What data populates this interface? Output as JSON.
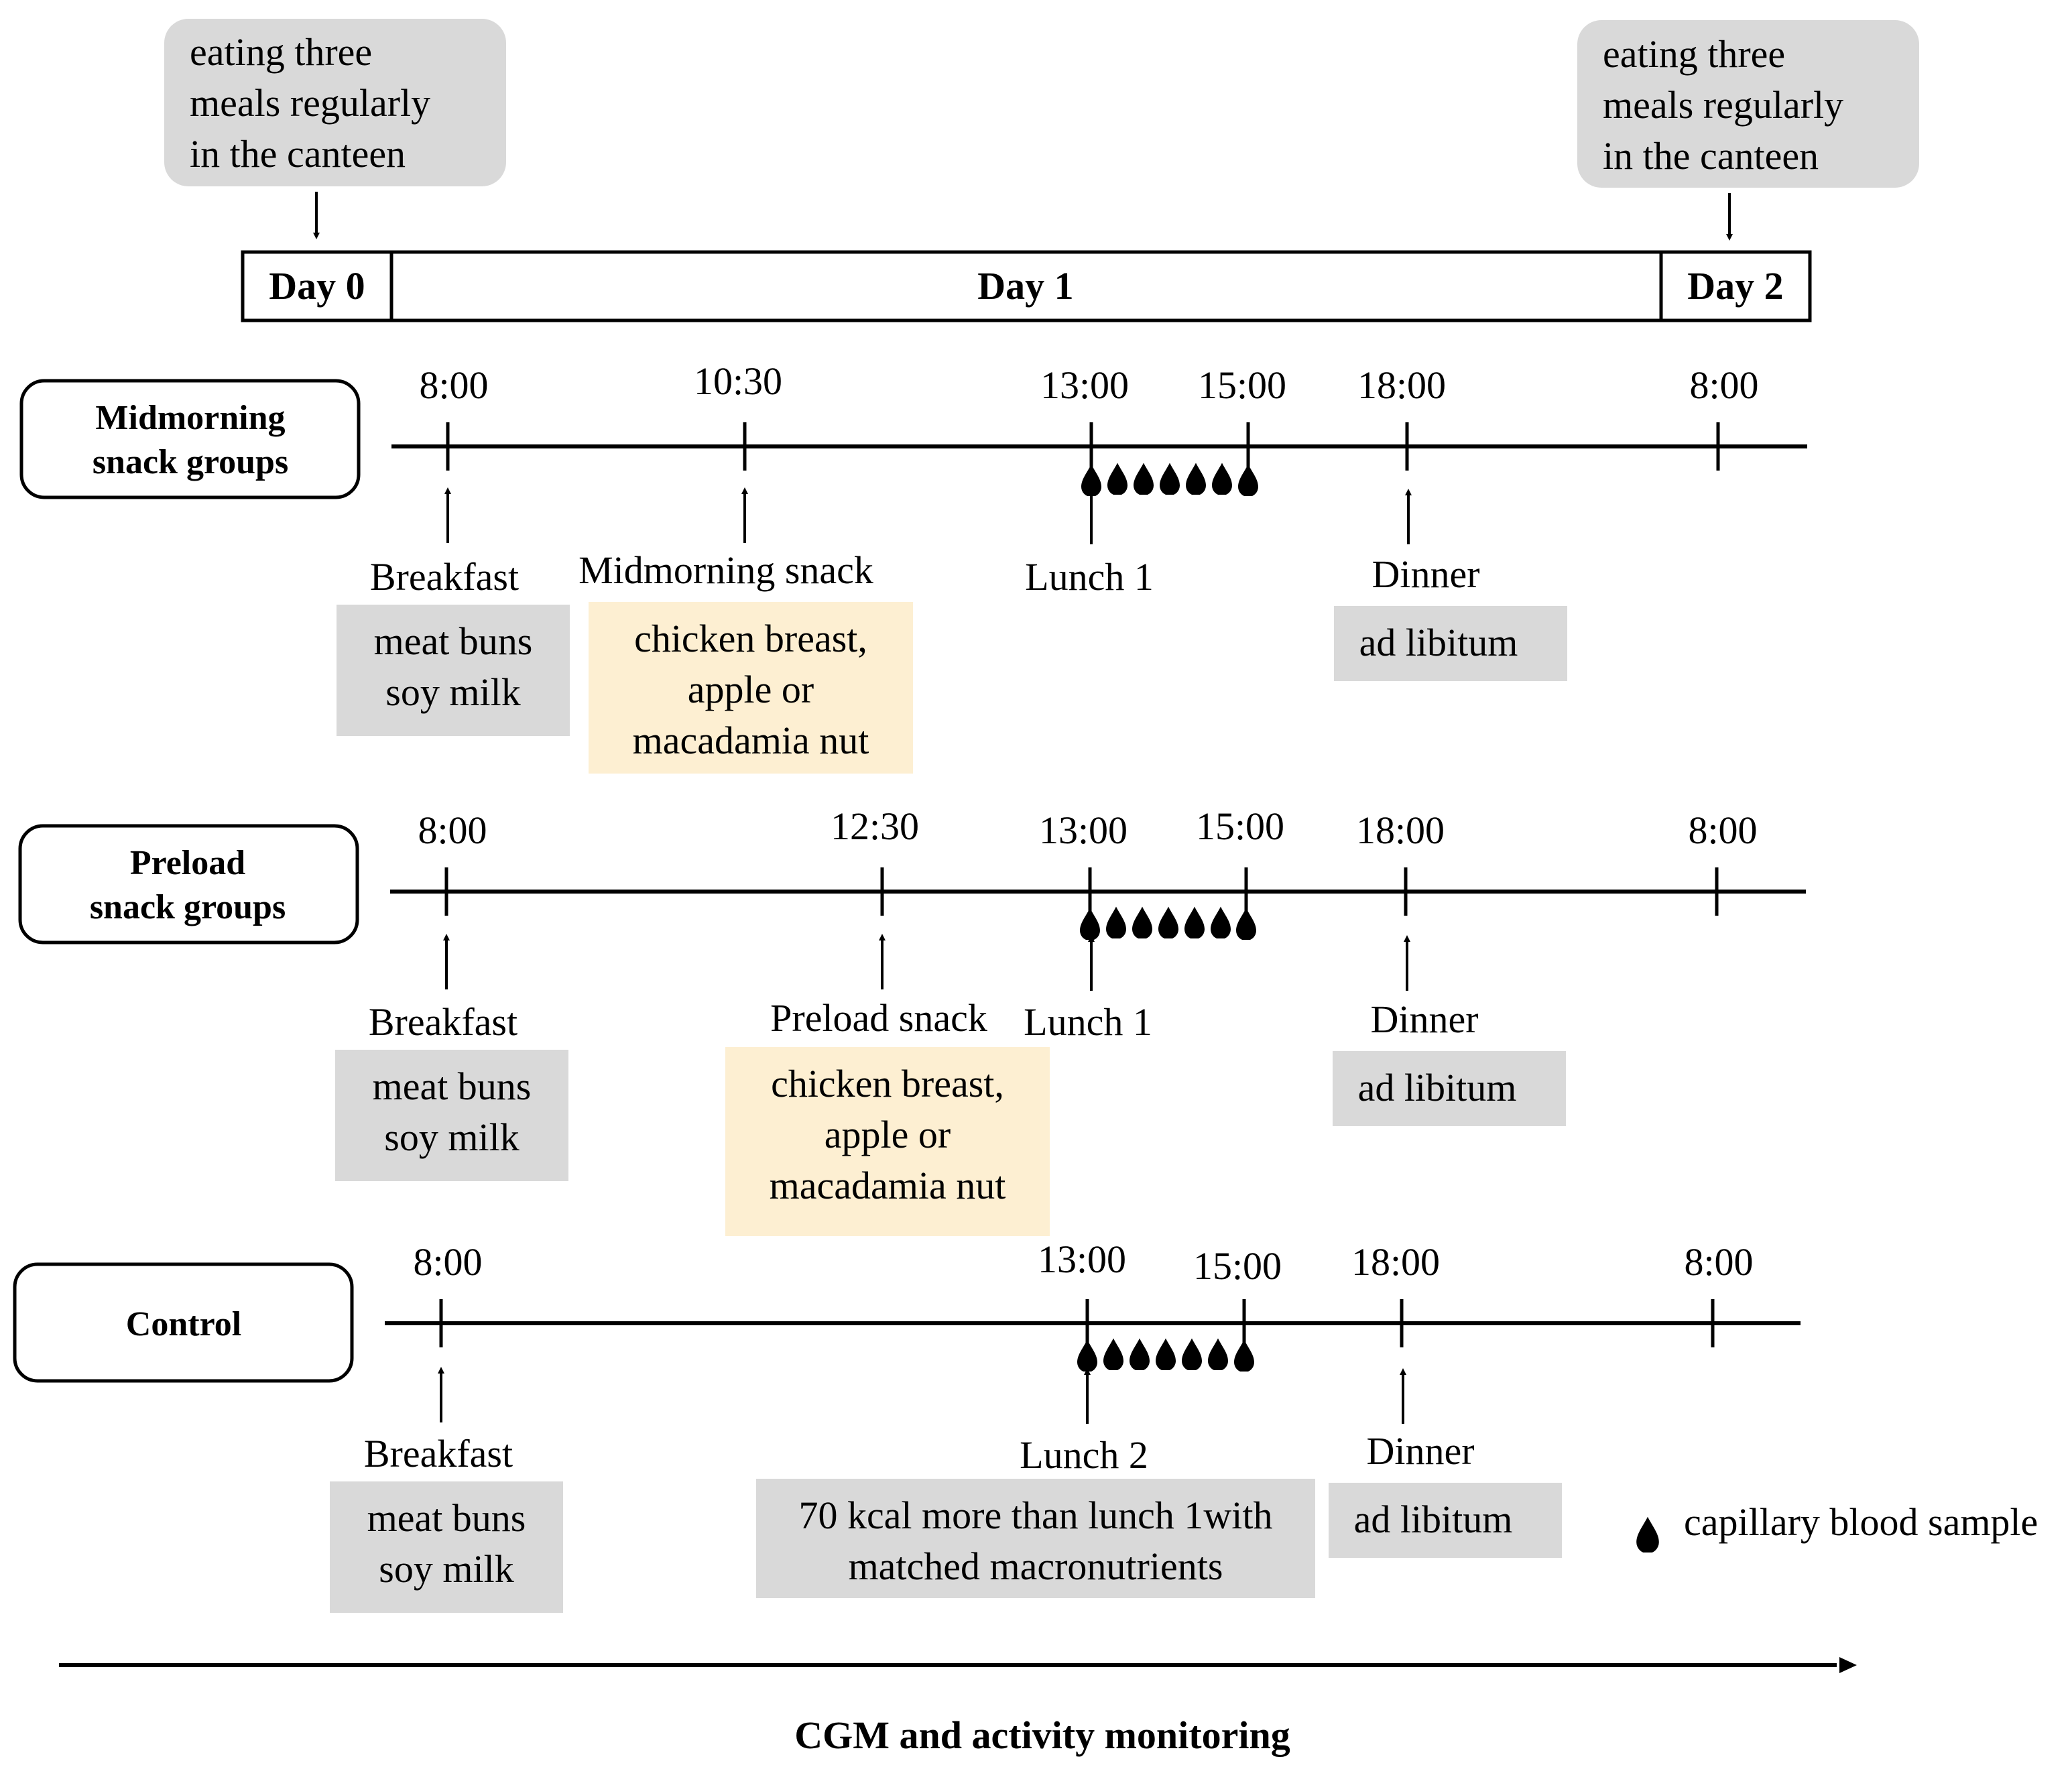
{
  "canteen_note": {
    "day0": [
      "eating three",
      "meals regularly",
      "in the canteen"
    ],
    "day2": [
      "eating three",
      "meals regularly",
      "in the canteen"
    ]
  },
  "days": {
    "day0": "Day 0",
    "day1": "Day 1",
    "day2": "Day 2"
  },
  "midmorning": {
    "group_label": [
      "Midmorning",
      "snack groups"
    ],
    "times": {
      "breakfast": "8:00",
      "snack": "10:30",
      "lunch": "13:00",
      "sample_end": "15:00",
      "dinner": "18:00",
      "next_breakfast": "8:00"
    },
    "events": {
      "breakfast": "Breakfast",
      "snack": "Midmorning snack",
      "lunch": "Lunch 1",
      "dinner": "Dinner"
    },
    "breakfast_box": [
      "meat buns",
      "soy milk"
    ],
    "snack_box": [
      "chicken breast,",
      "apple or",
      "macadamia nut"
    ],
    "dinner_box": "ad libitum"
  },
  "preload": {
    "group_label": [
      "Preload",
      "snack groups"
    ],
    "times": {
      "breakfast": "8:00",
      "snack": "12:30",
      "lunch": "13:00",
      "sample_end": "15:00",
      "dinner": "18:00",
      "next_breakfast": "8:00"
    },
    "events": {
      "breakfast": "Breakfast",
      "snack": "Preload snack",
      "lunch": "Lunch 1",
      "dinner": "Dinner"
    },
    "breakfast_box": [
      "meat buns",
      "soy milk"
    ],
    "snack_box": [
      "chicken breast,",
      "apple or",
      "macadamia nut"
    ],
    "dinner_box": "ad libitum"
  },
  "control": {
    "group_label": "Control",
    "times": {
      "breakfast": "8:00",
      "lunch": "13:00",
      "sample_end": "15:00",
      "dinner": "18:00",
      "next_breakfast": "8:00"
    },
    "events": {
      "breakfast": "Breakfast",
      "lunch": "Lunch 2",
      "dinner": "Dinner"
    },
    "breakfast_box": [
      "meat buns",
      "soy milk"
    ],
    "lunch_box": [
      "70 kcal more than lunch 1with",
      "matched macronutrients"
    ],
    "dinner_box": "ad libitum"
  },
  "legend": {
    "icon": "blood-drop-icon",
    "label": "capillary blood sample"
  },
  "monitoring_label": "CGM and activity monitoring",
  "colors": {
    "note_gray": "#d9d9d9",
    "snack_yellow": "#fdefd2",
    "line": "#000000"
  }
}
